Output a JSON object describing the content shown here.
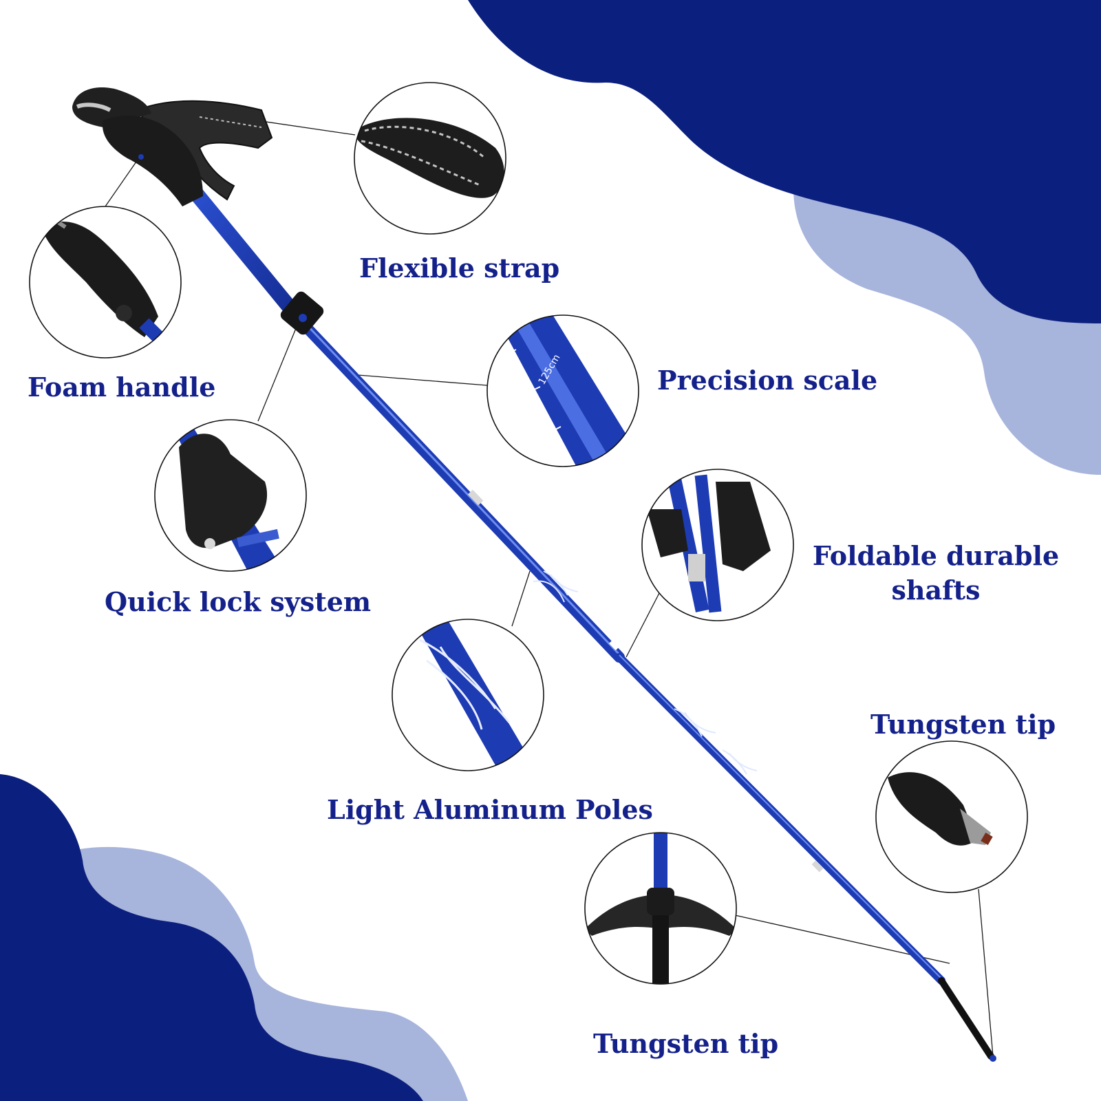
{
  "colors": {
    "dark_blue": "#0b1f7e",
    "light_blue": "#a7b4dc",
    "pole_blue": "#1d3bb3",
    "label_text": "#14218a",
    "grip_black": "#1b1b1b",
    "leader_line": "#1a1a1a"
  },
  "features": {
    "flexible_strap": "Flexible strap",
    "foam_handle": "Foam handle",
    "precision_scale": "Precision scale",
    "quick_lock": "Quick lock system",
    "foldable_line1": "Foldable durable",
    "foldable_line2": "shafts",
    "tungsten_tip_right": "Tungsten tip",
    "light_aluminum": "Light Aluminum Poles",
    "tungsten_tip_bottom": "Tungsten tip"
  },
  "scale_marking": "125cm",
  "icons": [
    "strap-icon",
    "foam-grip-icon",
    "scale-icon",
    "lock-clamp-icon",
    "folded-shaft-icon",
    "tungsten-tip-icon",
    "pattern-shaft-icon",
    "basket-icon"
  ]
}
